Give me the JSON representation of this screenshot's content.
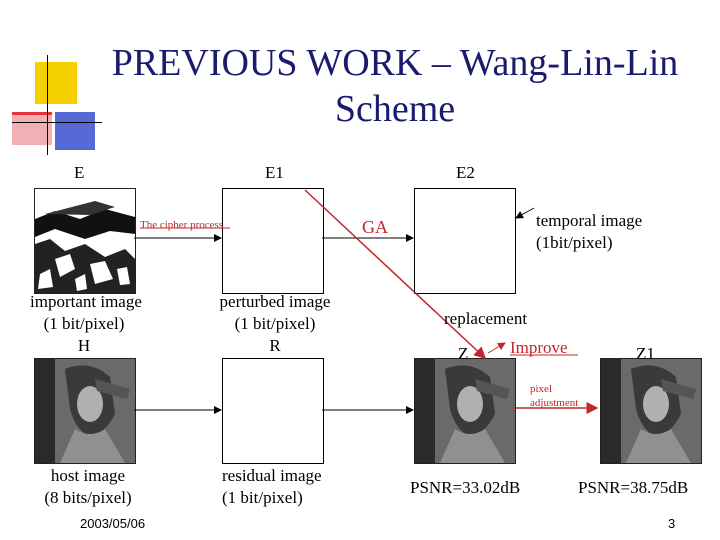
{
  "slide": {
    "title_line1": "PREVIOUS WORK – Wang-Lin-Lin",
    "title_line2": "Scheme",
    "date": "2003/05/06",
    "page_number": "3"
  },
  "labels": {
    "e": "E",
    "e1": "E1",
    "e2": "E2",
    "h": "H",
    "r": "R",
    "z": "Z",
    "z1": "Z1",
    "cipher": "The cipher process",
    "ga": "GA",
    "temporal_line1": "temporal image",
    "temporal_line2": "(1bit/pixel)",
    "important_line1": "important image",
    "important_line2": "(1 bit/pixel)",
    "perturbed_line1": "perturbed image",
    "perturbed_line2": "(1 bit/pixel)",
    "replacement": "replacement",
    "improve": "Improve",
    "pixel_adj_line1": "pixel",
    "pixel_adj_line2": "adjustment",
    "host_line1": "host image",
    "host_line2": "(8 bits/pixel)",
    "residual_line1": "residual image",
    "residual_line2": "(1 bit/pixel)",
    "psnr_z": "PSNR=33.02dB",
    "psnr_z1": "PSNR=38.75dB"
  },
  "colors": {
    "accent_red": "#c0262a",
    "title_blue": "#1a1a6e",
    "deco_yellow": "#f5d000",
    "deco_red": "#e8333a",
    "deco_blue": "#3a4fd0"
  }
}
